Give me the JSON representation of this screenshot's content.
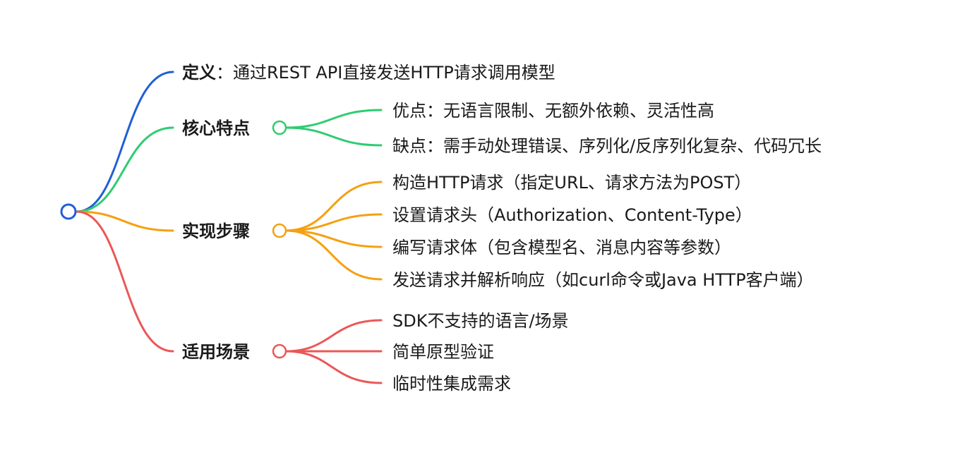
{
  "colors": {
    "root": "#1f5fd6",
    "definition": "#1f5fd6",
    "features": "#2ecc71",
    "steps": "#f5a011",
    "scenarios": "#eb5757"
  },
  "branches": {
    "definition": {
      "title": "定义",
      "colon": "：",
      "text": "通过REST API直接发送HTTP请求调用模型"
    },
    "features": {
      "title": "核心特点",
      "items": [
        "优点：无语言限制、无额外依赖、灵活性高",
        "缺点：需手动处理错误、序列化/反序列化复杂、代码冗长"
      ]
    },
    "steps": {
      "title": "实现步骤",
      "items": [
        "构造HTTP请求（指定URL、请求方法为POST）",
        "设置请求头（Authorization、Content-Type）",
        "编写请求体（包含模型名、消息内容等参数）",
        "发送请求并解析响应（如curl命令或Java HTTP客户端）"
      ]
    },
    "scenarios": {
      "title": "适用场景",
      "items": [
        "SDK不支持的语言/场景",
        "简单原型验证",
        "临时性集成需求"
      ]
    }
  }
}
